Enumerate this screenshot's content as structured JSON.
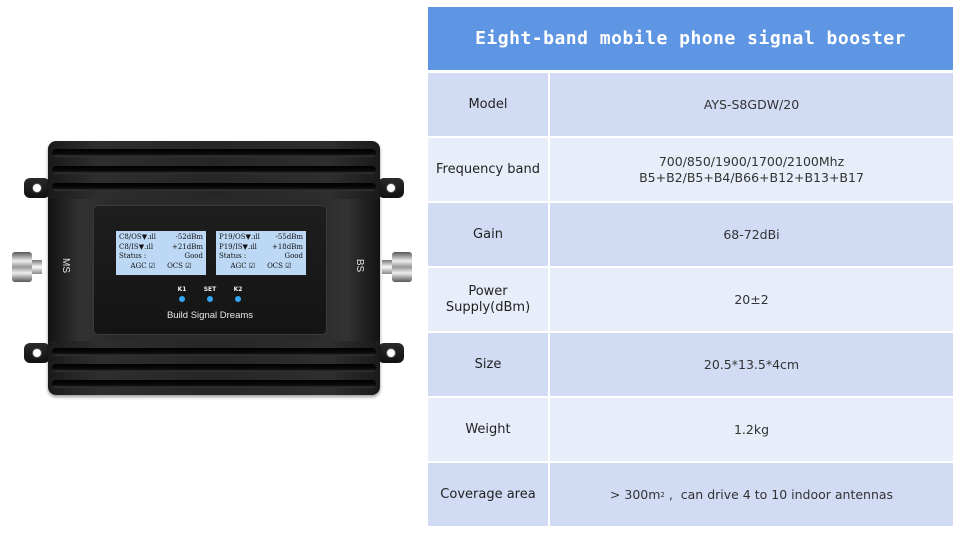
{
  "device": {
    "slogan": "Build Signal Dreams",
    "port_left": "MS",
    "port_right": "BS",
    "buttons": [
      "K1",
      "SET",
      "K2"
    ],
    "button_color": "#36a6f2",
    "lcd_left": {
      "line1_label": "C8/OS▼.ıll",
      "line1_value": "-52dBm",
      "line2_label": "C8/IS▼.ıll",
      "line2_value": "+21dBm",
      "status_label": "Status :",
      "status_value": "Good",
      "agc": "AGC ☑",
      "ocs": "OCS ☑"
    },
    "lcd_right": {
      "line1_label": "P19/OS▼.ıll",
      "line1_value": "-55dBm",
      "line2_label": "P19/IS▼.ıll",
      "line2_value": "+18dBm",
      "status_label": "Status :",
      "status_value": "Good",
      "agc": "AGC ☑",
      "ocs": "OCS ☑"
    }
  },
  "spec_table": {
    "title": "Eight-band mobile phone signal booster",
    "header_color": "#5f96e4",
    "rows": [
      {
        "label": "Model",
        "value": "AYS-S8GDW/20"
      },
      {
        "label": "Frequency band",
        "value_line1": "700/850/1900/1700/2100Mhz",
        "value_line2": "B5+B2/B5+B4/B66+B12+B13+B17"
      },
      {
        "label": "Gain",
        "value": "68-72dBi"
      },
      {
        "label_line1": "Power",
        "label_line2": "Supply(dBm)",
        "value": "20±2"
      },
      {
        "label": "Size",
        "value": "20.5*13.5*4cm"
      },
      {
        "label": "Weight",
        "value": "1.2kg"
      },
      {
        "label": "Coverage area",
        "value_prefix": "> 300m",
        "value_sup": "2",
        "value_suffix": " ,  can drive 4 to 10 indoor antennas"
      }
    ]
  }
}
